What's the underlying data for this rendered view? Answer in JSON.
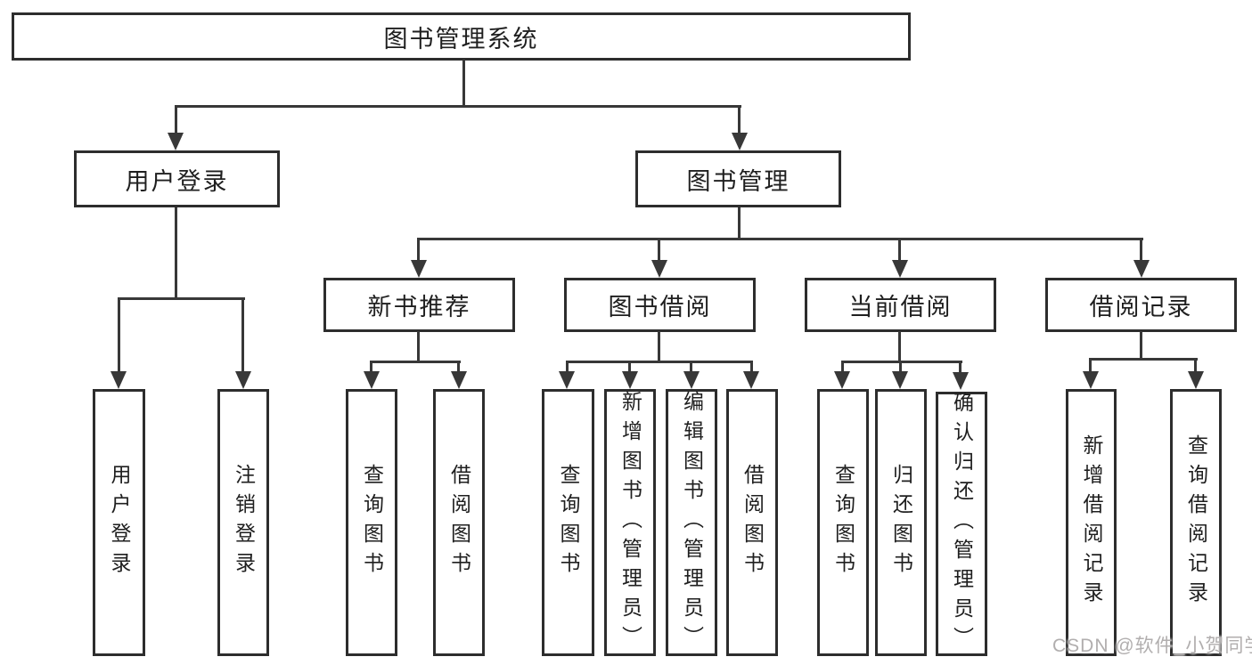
{
  "title": "图书管理系统",
  "level2": [
    {
      "label": "用户登录"
    },
    {
      "label": "图书管理"
    }
  ],
  "level3": [
    {
      "label": "新书推荐"
    },
    {
      "label": "图书借阅"
    },
    {
      "label": "当前借阅"
    },
    {
      "label": "借阅记录"
    }
  ],
  "leaves": {
    "user_login": [
      "用户登录",
      "注销登录"
    ],
    "new_book": [
      "查询图书",
      "借阅图书"
    ],
    "book_borrow": [
      "查询图书",
      "新增图书（管理员）",
      "编辑图书（管理员）",
      "借阅图书"
    ],
    "current_borrow": [
      "查询图书",
      "归还图书",
      "确认归还（管理员）"
    ],
    "borrow_records": [
      "新增借阅记录",
      "查询借阅记录"
    ]
  },
  "watermark": "CSDN @软件_小贺同学",
  "colors": {
    "line": "#383838",
    "box_border": "#2d2d2d",
    "text": "#1f1f1f",
    "watermark": "#b1aeae",
    "background": "#ffffff"
  }
}
